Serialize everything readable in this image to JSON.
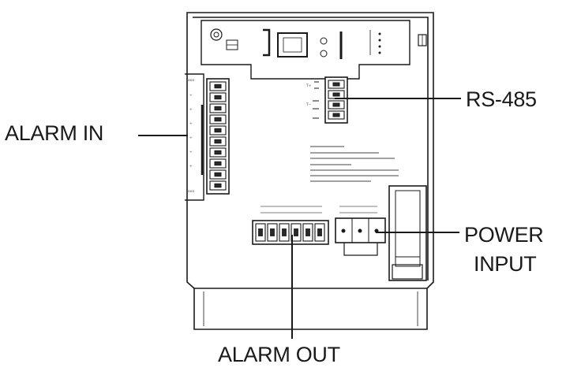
{
  "labels": {
    "alarm_in": "ALARM IN",
    "rs485": "RS-485",
    "power_line1": "POWER",
    "power_line2": "INPUT",
    "alarm_out": "ALARM OUT"
  },
  "colors": {
    "line": "#1a1a1a",
    "terminal": "#2a2a2a",
    "board_fill": "#ffffff",
    "pcb_fill": "#f4f4f4"
  }
}
